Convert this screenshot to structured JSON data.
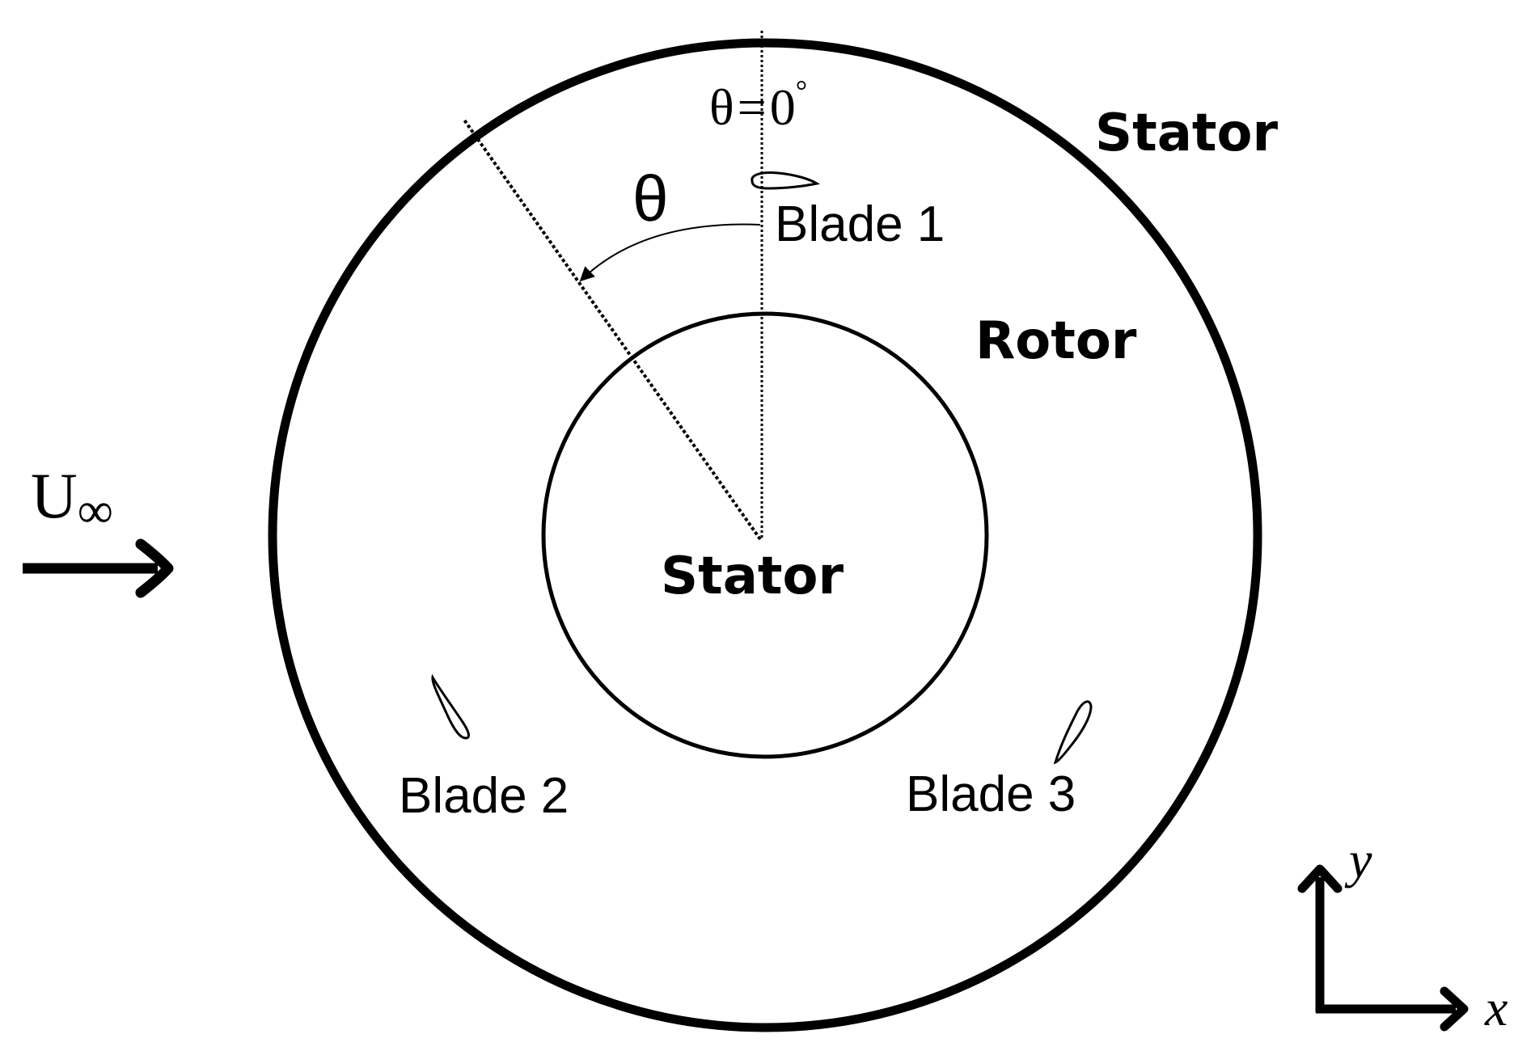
{
  "labels": {
    "theta_zero_symbol": "θ",
    "theta_zero_eq": "=",
    "theta_zero_value": "0",
    "theta_zero_degree": "°",
    "theta": "θ",
    "outer_stator": "Stator",
    "rotor": "Rotor",
    "inner_stator": "Stator",
    "blade_1": "Blade 1",
    "blade_2": "Blade 2",
    "blade_3": "Blade 3",
    "freestream_U": "U",
    "freestream_sub": "∞",
    "axis_x": "x",
    "axis_y": "y"
  },
  "colors": {
    "stroke": "#000000",
    "background": "#ffffff"
  }
}
